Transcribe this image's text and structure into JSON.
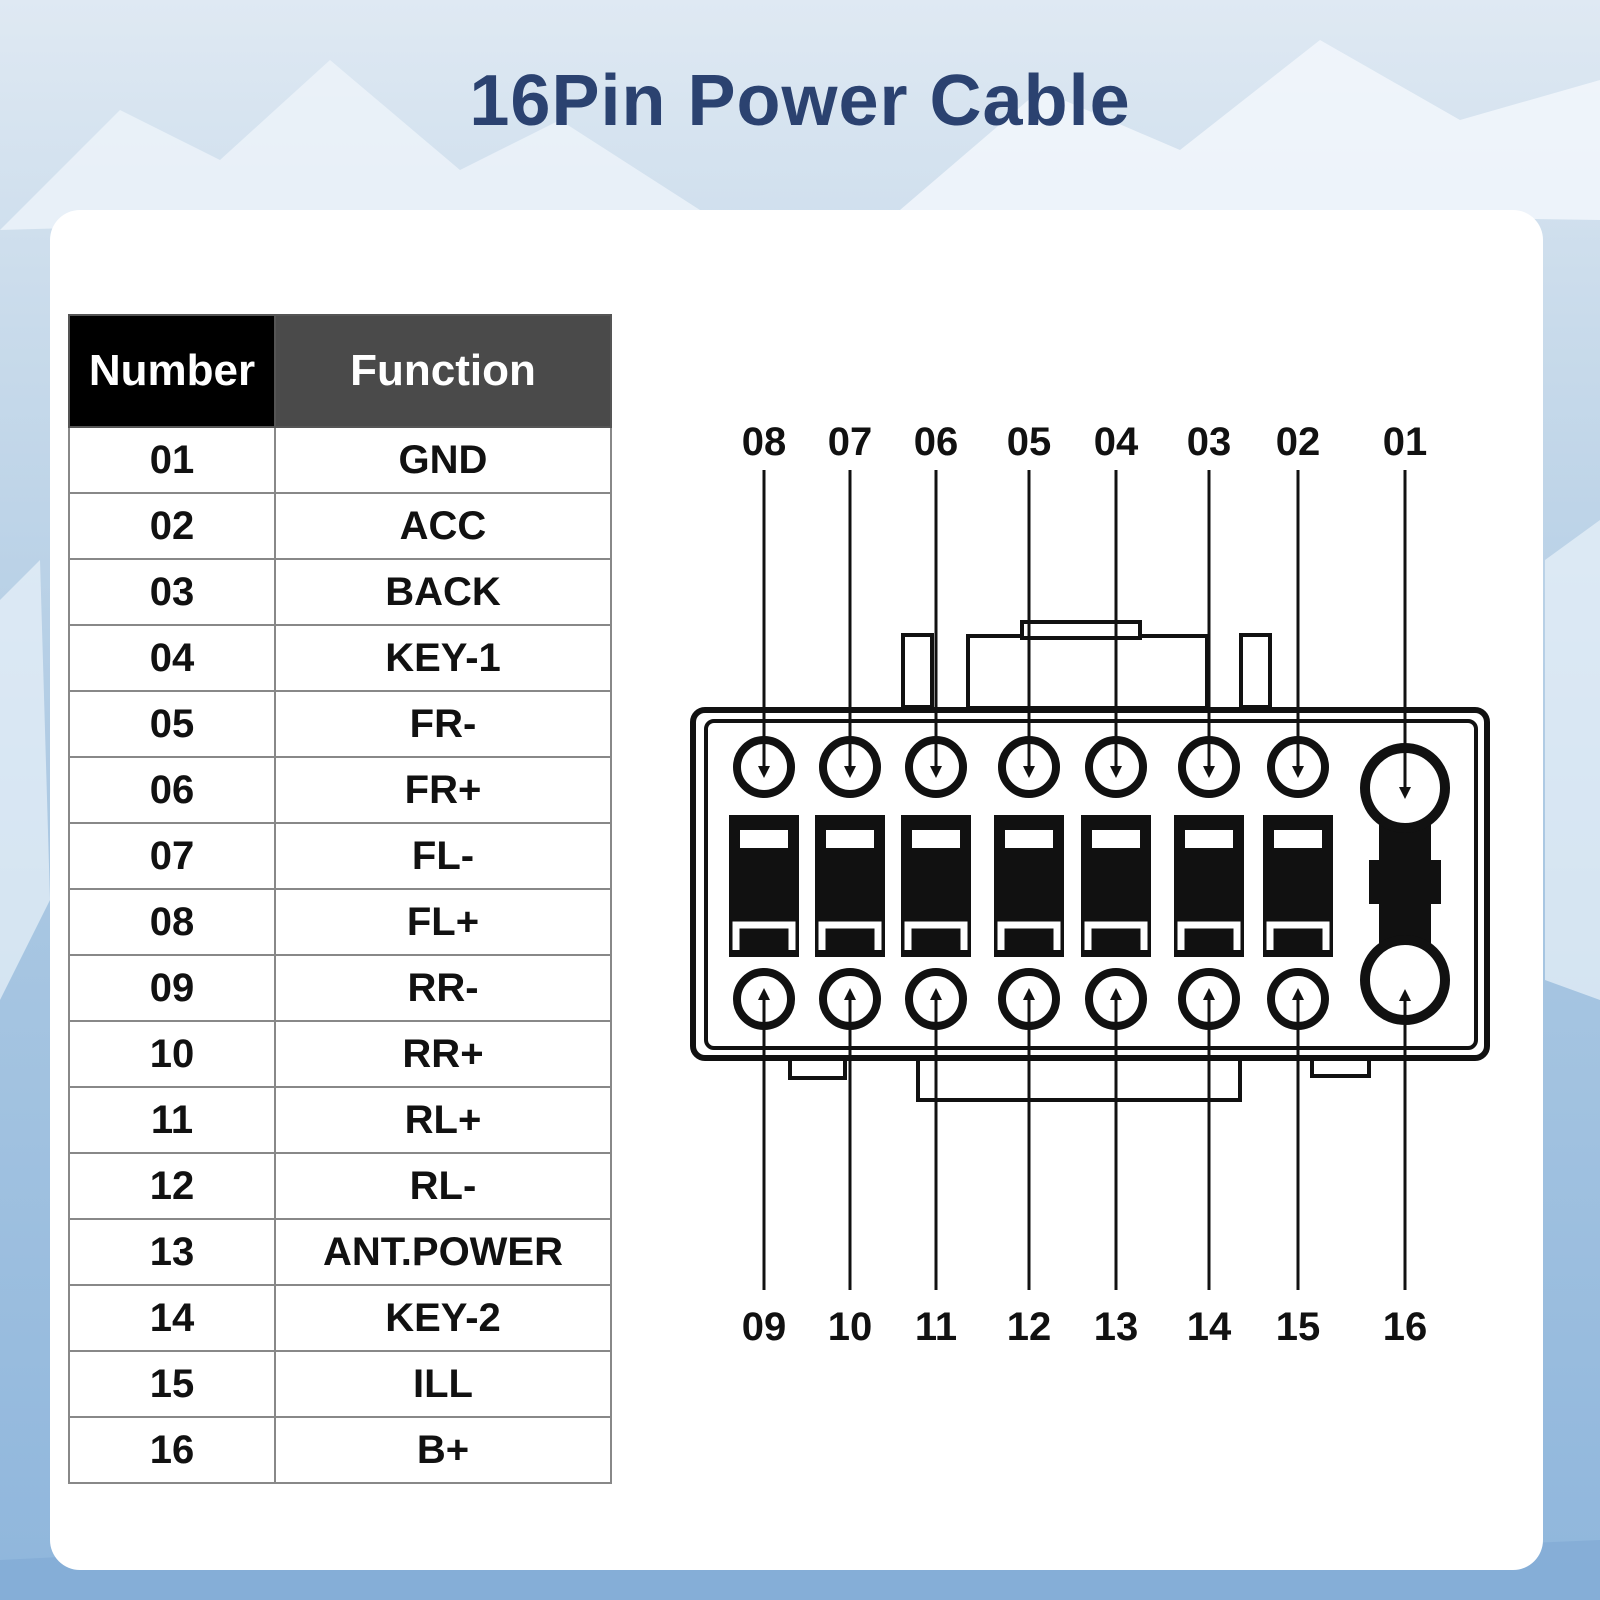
{
  "title": "16Pin Power Cable",
  "table": {
    "headers": [
      "Number",
      "Function"
    ],
    "rows": [
      {
        "number": "01",
        "function": "GND"
      },
      {
        "number": "02",
        "function": "ACC"
      },
      {
        "number": "03",
        "function": "BACK"
      },
      {
        "number": "04",
        "function": "KEY-1"
      },
      {
        "number": "05",
        "function": "FR-"
      },
      {
        "number": "06",
        "function": "FR+"
      },
      {
        "number": "07",
        "function": "FL-"
      },
      {
        "number": "08",
        "function": "FL+"
      },
      {
        "number": "09",
        "function": "RR-"
      },
      {
        "number": "10",
        "function": "RR+"
      },
      {
        "number": "11",
        "function": "RL+"
      },
      {
        "number": "12",
        "function": "RL-"
      },
      {
        "number": "13",
        "function": "ANT.POWER"
      },
      {
        "number": "14",
        "function": "KEY-2"
      },
      {
        "number": "15",
        "function": "ILL"
      },
      {
        "number": "16",
        "function": "B+"
      }
    ]
  },
  "connector": {
    "top_labels": [
      "08",
      "07",
      "06",
      "05",
      "04",
      "03",
      "02",
      "01"
    ],
    "bottom_labels": [
      "09",
      "10",
      "11",
      "12",
      "13",
      "14",
      "15",
      "16"
    ]
  }
}
